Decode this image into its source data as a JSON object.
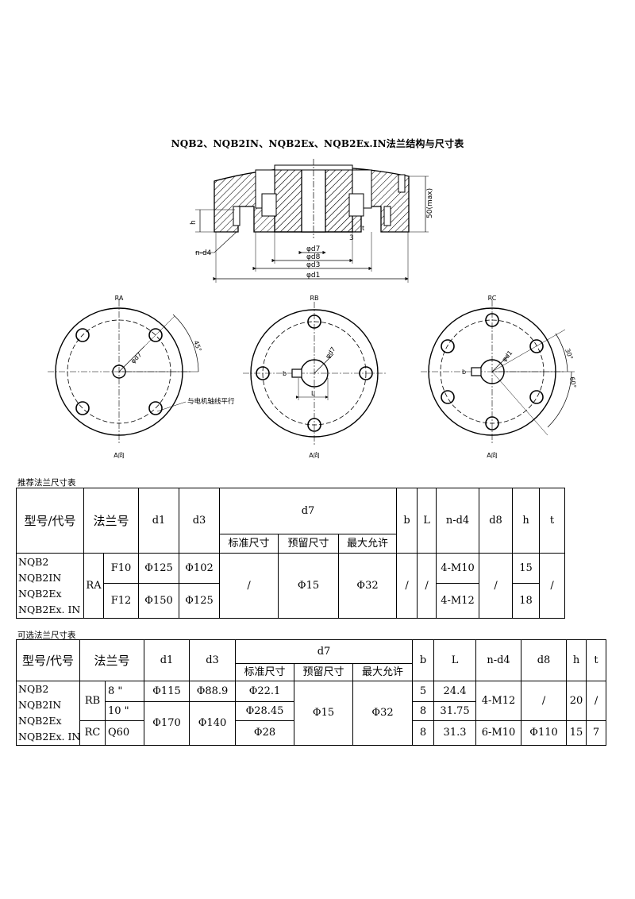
{
  "page_title": "NQB2、NQB2IN、NQB2Ex、NQB2Ex.IN法兰结构与尺寸表",
  "drawing": {
    "dims": {
      "h": "h",
      "nd4": "n-d4",
      "d7": "φd7",
      "d8": "φd8",
      "d3": "φd3",
      "d1": "φd1",
      "max50": "50(max)",
      "three": "3",
      "t": "t"
    },
    "views": [
      {
        "label": "RA",
        "dir": "A向",
        "bore": "φd7",
        "angle": "45°",
        "note": "与电机轴线平行"
      },
      {
        "label": "RB",
        "dir": "A向",
        "bore": "φd7",
        "b": "b",
        "L": "L"
      },
      {
        "label": "RC",
        "dir": "A向",
        "bore": "φd1",
        "b": "b",
        "angle1": "30°",
        "angle2": "60°"
      }
    ]
  },
  "table1": {
    "title": "推荐法兰尺寸表",
    "headers": {
      "model": "型号/代号",
      "flange": "法兰号",
      "d1": "d1",
      "d3": "d3",
      "d7": "d7",
      "std": "标准尺寸",
      "pre": "预留尺寸",
      "max": "最大允许",
      "b": "b",
      "L": "L",
      "nd4": "n-d4",
      "d8": "d8",
      "h": "h",
      "t": "t"
    },
    "models": [
      "NQB2",
      "NQB2IN",
      "NQB2Ex",
      "NQB2Ex. IN"
    ],
    "type": "RA",
    "rows": [
      {
        "flange": "F10",
        "d1": "Φ125",
        "d3": "Φ102",
        "nd4": "4-M10",
        "h": "15"
      },
      {
        "flange": "F12",
        "d1": "Φ150",
        "d3": "Φ125",
        "nd4": "4-M12",
        "h": "18"
      }
    ],
    "shared": {
      "std": "/",
      "pre": "Φ15",
      "max": "Φ32",
      "b": "/",
      "L": "/",
      "d8": "/",
      "t": "/"
    }
  },
  "table2": {
    "title": "可选法兰尺寸表",
    "headers": {
      "model": "型号/代号",
      "flange": "法兰号",
      "d1": "d1",
      "d3": "d3",
      "d7": "d7",
      "std": "标准尺寸",
      "pre": "预留尺寸",
      "max": "最大允许",
      "b": "b",
      "L": "L",
      "nd4": "n-d4",
      "d8": "d8",
      "h": "h",
      "t": "t"
    },
    "models": [
      "NQB2",
      "NQB2IN",
      "NQB2Ex",
      "NQB2Ex. IN"
    ],
    "rb": {
      "type": "RB",
      "row1": {
        "flange": "8 \"",
        "d1": "Φ115",
        "d3": "Φ88.9",
        "std": "Φ22.1",
        "b": "5",
        "L": "24.4"
      },
      "row2": {
        "flange": "10 \"",
        "std": "Φ28.45",
        "b": "8",
        "L": "31.75"
      },
      "shared_d1": "Φ170",
      "shared_d3": "Φ140",
      "nd4": "4-M12",
      "d8": "/",
      "h": "20",
      "t": "/"
    },
    "rc": {
      "type": "RC",
      "flange": "Q60",
      "std": "Φ28",
      "b": "8",
      "L": "31.3",
      "nd4": "6-M10",
      "d8": "Φ110",
      "h": "15",
      "t": "7"
    },
    "shared": {
      "pre": "Φ15",
      "max": "Φ32"
    }
  }
}
